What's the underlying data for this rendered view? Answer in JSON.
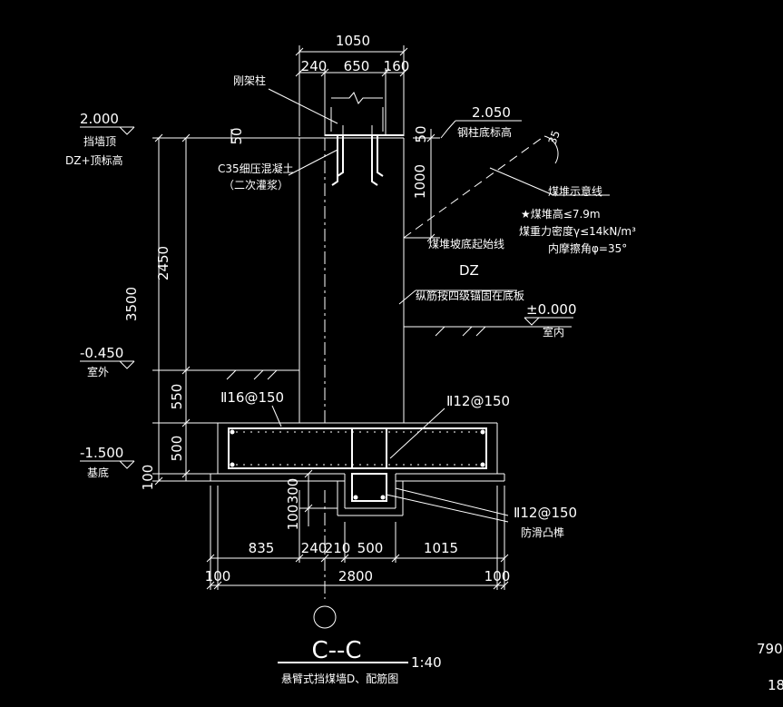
{
  "colors": {
    "background": "#000000",
    "lines": "#ffffff",
    "aux_lines": "#7fd4e0"
  },
  "dims": {
    "top_total": "1050",
    "top_240": "240",
    "top_650": "650",
    "top_160": "160",
    "left_50": "50",
    "right_50": "50",
    "h_1000": "1000",
    "h_2450": "2450",
    "h_3500": "3500",
    "h_550": "550",
    "h_500": "500",
    "h_100_base": "100",
    "h_300": "300",
    "h_100_key": "100",
    "b_835": "835",
    "b_240": "240",
    "b_210": "210",
    "b_500": "500",
    "b_1015": "1015",
    "b_100_left": "100",
    "b_2800": "2800",
    "b_100_right": "100"
  },
  "levels": {
    "top_wall": "2.000",
    "top_wall_label": "挡墙顶",
    "dz_top_label": "DZ+顶标高",
    "steel_base": "2.050",
    "steel_base_label": "钢柱底标高",
    "outdoor": "-0.450",
    "outdoor_label": "室外",
    "indoor": "±0.000",
    "indoor_label": "室内",
    "base": "-1.500",
    "base_label": "基底"
  },
  "notes": {
    "steel_column": "刚架柱",
    "grout": "C35细压混凝土",
    "grout_sub": "（二次灌浆）",
    "pile_line": "煤堆示意线",
    "pile_height": "★煤堆高≤7.9m",
    "pile_density": "煤重力密度γ≤14kN/m³",
    "pile_angle": "内摩擦角φ=35°",
    "slope_start": "煤堆坡底起始线",
    "dz": "DZ",
    "anchor": "纵筋按四级锚固在底板",
    "angle_35": "35",
    "rebar_16": "Ⅱ16@150",
    "rebar_12_top": "Ⅱ12@150",
    "rebar_12_key": "Ⅱ12@150",
    "shear_key": "防滑凸榫"
  },
  "title": {
    "section": "C--C",
    "scale": "1:40",
    "caption": "悬臂式挡煤墙D、配筋图"
  },
  "edge_text": {
    "num_790": "790",
    "num_18": "18"
  }
}
